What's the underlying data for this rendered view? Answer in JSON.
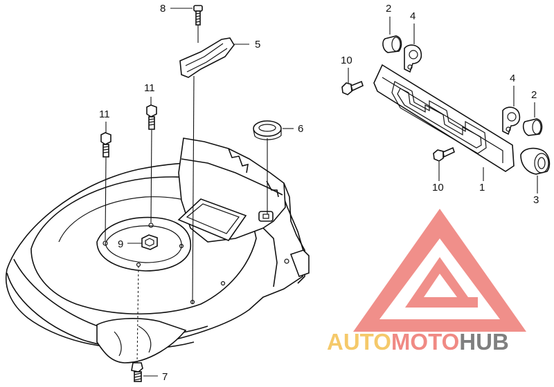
{
  "callouts": {
    "c1": "1",
    "c2a": "2",
    "c2b": "2",
    "c3": "3",
    "c4a": "4",
    "c4b": "4",
    "c5": "5",
    "c6": "6",
    "c7": "7",
    "c8": "8",
    "c9": "9",
    "c10a": "10",
    "c10b": "10",
    "c11a": "11",
    "c11b": "11"
  },
  "watermark": {
    "part1": "AUTO",
    "part2": "MOTO",
    "part3": "HUB",
    "color_auto": "#f5c96a",
    "color_moto": "#f08a84",
    "color_hub": "#7f7f7f",
    "triangle_color": "#f08a84"
  }
}
